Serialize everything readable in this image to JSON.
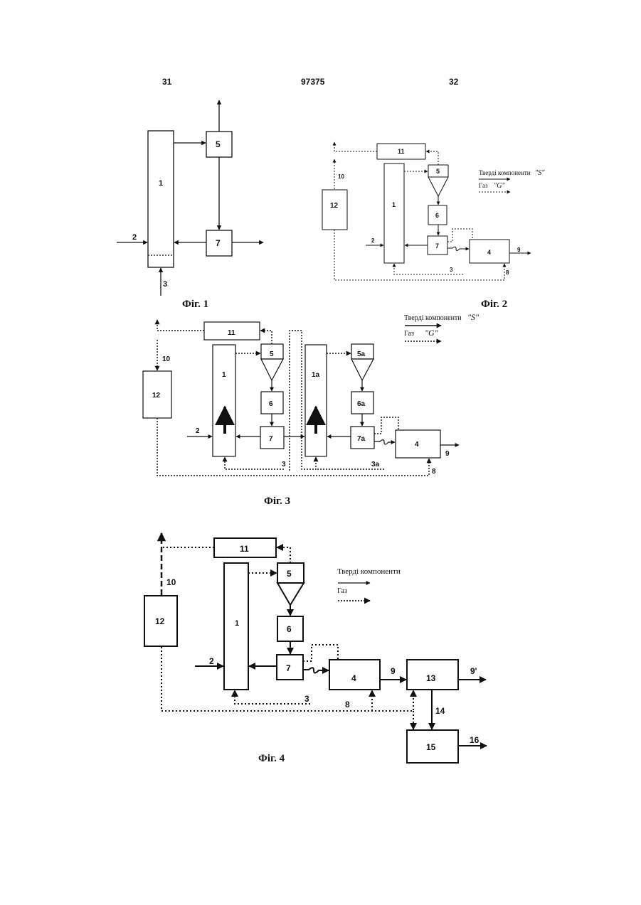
{
  "header": {
    "page_left": "31",
    "patent_number": "97375",
    "page_right": "32"
  },
  "legend": {
    "solid": "Тверді компоненти",
    "gas": "Газ",
    "solid_mark": "\"S\"",
    "gas_mark": "\"G\""
  },
  "fig1": {
    "caption": "Фіг. 1",
    "labels": {
      "u1": "1",
      "u5": "5",
      "u7": "7",
      "s2": "2",
      "s3": "3"
    }
  },
  "fig2": {
    "caption": "Фіг. 2",
    "labels": {
      "u1": "1",
      "u4": "4",
      "u5": "5",
      "u6": "6",
      "u7": "7",
      "u11": "11",
      "u12": "12",
      "s2": "2",
      "s3": "3",
      "s8": "8",
      "s9": "9",
      "s10": "10"
    }
  },
  "fig3": {
    "caption": "Фіг. 3",
    "labels": {
      "u1": "1",
      "u1a": "1a",
      "u4": "4",
      "u5": "5",
      "u5a": "5a",
      "u6": "6",
      "u6a": "6a",
      "u7": "7",
      "u7a": "7a",
      "u11": "11",
      "u12": "12",
      "s2": "2",
      "s3": "3",
      "s3a": "3a",
      "s8": "8",
      "s9": "9",
      "s10": "10"
    }
  },
  "fig4": {
    "caption": "Фіг. 4",
    "labels": {
      "u1": "1",
      "u4": "4",
      "u5": "5",
      "u6": "6",
      "u7": "7",
      "u11": "11",
      "u12": "12",
      "u13": "13",
      "u15": "15",
      "s2": "2",
      "s3": "3",
      "s8": "8",
      "s9": "9",
      "s9p": "9'",
      "s10": "10",
      "s14": "14",
      "s16": "16"
    }
  }
}
